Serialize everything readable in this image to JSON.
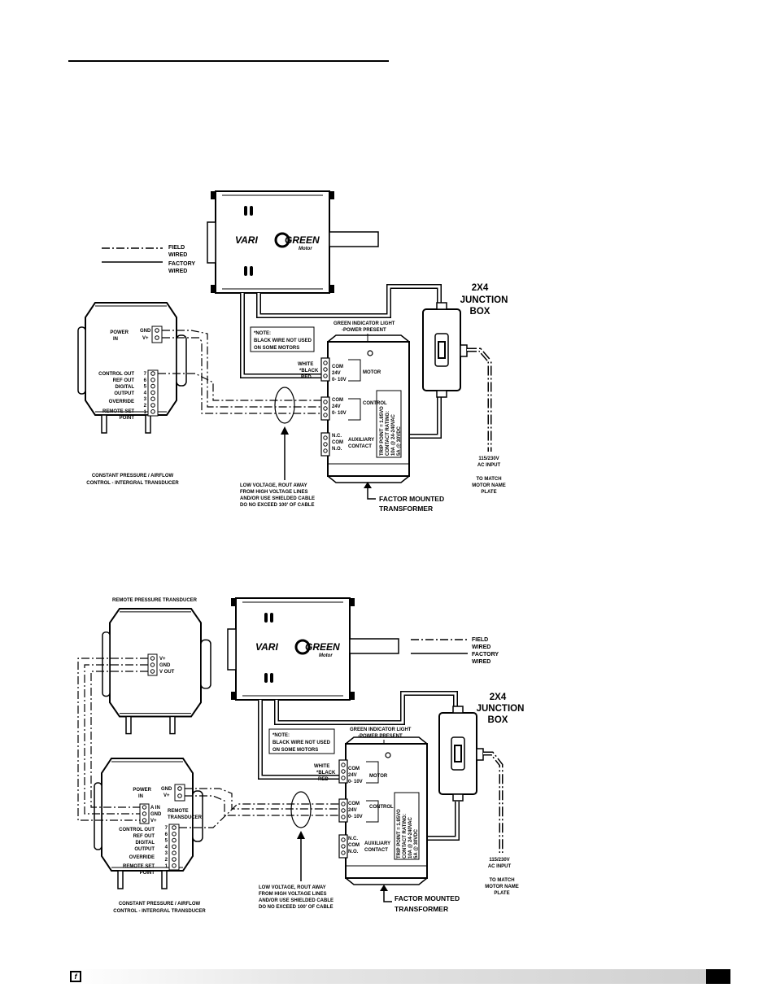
{
  "legend": {
    "field": [
      "FIELD",
      "WIRED"
    ],
    "factory": [
      "FACTORY",
      "WIRED"
    ]
  },
  "motor": {
    "brand_left": "VARI",
    "brand_right": "GREEN",
    "brand_sub": "Motor"
  },
  "junction_box": [
    "2X4",
    "JUNCTION",
    "BOX"
  ],
  "note": [
    "*NOTE:",
    "BLACK WIRE NOT USED",
    "ON SOME MOTORS"
  ],
  "indicator": [
    "GREEN INDICATOR LIGHT",
    "-POWER PRESENT"
  ],
  "wire_colors": {
    "white": "WHITE",
    "black": "*BLACK",
    "red": "RED"
  },
  "transformer": {
    "motor_terms": [
      "COM",
      "24V",
      "0- 10V"
    ],
    "motor_label": "MOTOR",
    "control_terms": [
      "COM",
      "24V",
      "0- 10V"
    ],
    "control_label": "CONTROL",
    "aux_terms": [
      "N.C.",
      "COM",
      "N.O."
    ],
    "aux_label": [
      "AUXILIARY",
      "CONTACT"
    ],
    "rating": [
      "TRIP POINT = 1.85VO",
      "CONTACT RATING:",
      "10A @ 24-240VAC",
      "5A @ 30VDC"
    ]
  },
  "ac_input": [
    "115/230V",
    "AC INPUT"
  ],
  "match_plate": [
    "TO MATCH",
    "MOTOR NAME",
    "PLATE"
  ],
  "low_voltage": [
    "LOW VOLTAGE, ROUT AWAY",
    "FROM HIGH VOLTAGE LINES",
    "AND/OR USE SHIELDED CABLE",
    "DO NO EXCEED 100' OF CABLE"
  ],
  "factor_mounted": [
    "FACTOR MOUNTED",
    "TRANSFORMER"
  ],
  "controller": {
    "power": [
      "POWER",
      "IN"
    ],
    "gnd": "GND",
    "vplus": "V+",
    "control_out": "CONTROL OUT",
    "ref_out": "REF OUT",
    "digital": [
      "DIGITAL",
      "OUTPUT"
    ],
    "override": "OVERRIDE",
    "remote_set": [
      "REMOTE SET",
      "POINT"
    ],
    "pins": [
      "7",
      "6",
      "5",
      "4",
      "3",
      "2",
      "1"
    ],
    "caption": [
      "CONSTANT PRESSURE / AIRFLOW",
      "CONTROL - INTERGRAL TRANSDUCER"
    ],
    "ain": "A IN",
    "remote_transducer": [
      "REMOTE",
      "TRANSDUCER"
    ]
  },
  "remote_pressure": {
    "title": "REMOTE PRESSURE TRANSDUCER",
    "terms": [
      "V+",
      "GND",
      "V OUT"
    ]
  }
}
